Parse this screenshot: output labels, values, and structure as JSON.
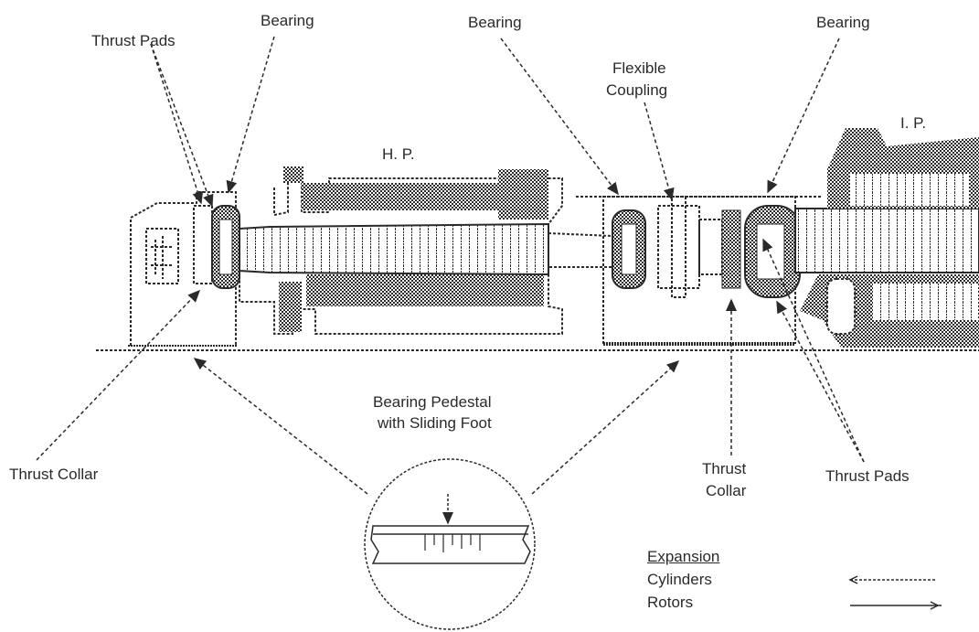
{
  "labels": {
    "thrust_pads_left": "Thrust Pads",
    "bearing_left": "Bearing",
    "bearing_middle": "Bearing",
    "flexible_coupling_line1": "Flexible",
    "flexible_coupling_line2": "Coupling",
    "bearing_right": "Bearing",
    "ip": "I. P.",
    "hp": "H. P.",
    "bearing_pedestal_line1": "Bearing Pedestal",
    "bearing_pedestal_line2": "with Sliding Foot",
    "thrust_collar_left": "Thrust Collar",
    "thrust_collar_right_line1": "Thrust",
    "thrust_collar_right_line2": "Collar",
    "thrust_pads_right": "Thrust Pads"
  },
  "legend": {
    "title": "Expansion",
    "items": [
      {
        "label": "Cylinders",
        "line_style": "dotted"
      },
      {
        "label": "Rotors",
        "line_style": "solid"
      }
    ]
  },
  "colors": {
    "ink": "#2a2a2a",
    "background": "#ffffff"
  }
}
